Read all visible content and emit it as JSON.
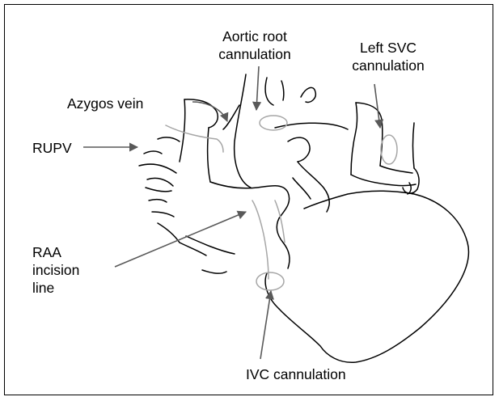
{
  "colors": {
    "outline": "#000000",
    "grey_line": "#a6a6a6",
    "arrow": "#595959"
  },
  "labels": {
    "aortic_root_l1": "Aortic root",
    "aortic_root_l2": "cannulation",
    "left_svc_l1": "Left SVC",
    "left_svc_l2": "cannulation",
    "azygos": "Azygos vein",
    "rupv": "RUPV",
    "raa_l1": "RAA",
    "raa_l2": "incision",
    "raa_l3": "line",
    "ivc": "IVC cannulation"
  }
}
